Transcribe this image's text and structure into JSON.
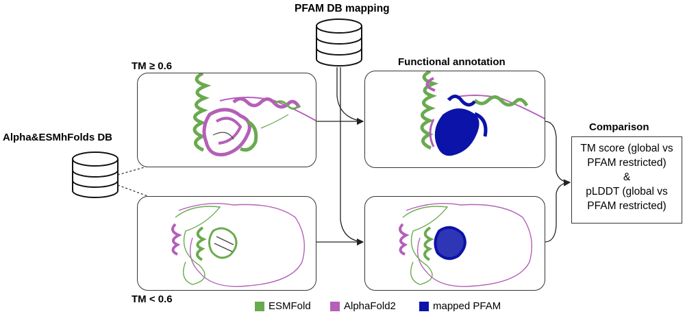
{
  "labels": {
    "pfam_mapping": "PFAM DB mapping",
    "tm_high": "TM ≥ 0.6",
    "tm_low": "TM < 0.6",
    "functional_annotation": "Functional annotation",
    "source_db": "Alpha&ESMhFolds DB",
    "comparison": "Comparison"
  },
  "comparison_box": {
    "line1": "TM score (global vs",
    "line2": "PFAM restricted)",
    "line3": "&",
    "line4": "pLDDT (global vs",
    "line5": "PFAM restricted)"
  },
  "legend": [
    {
      "label": "ESMFold",
      "color": "#6aaa4f"
    },
    {
      "label": "AlphaFold2",
      "color": "#b45fb8"
    },
    {
      "label": "mapped PFAM",
      "color": "#0b13a8"
    }
  ],
  "colors": {
    "esmfold": "#6aaa4f",
    "alphafold2": "#b45fb8",
    "mapped_pfam": "#0b13a8",
    "outline": "#333333"
  }
}
